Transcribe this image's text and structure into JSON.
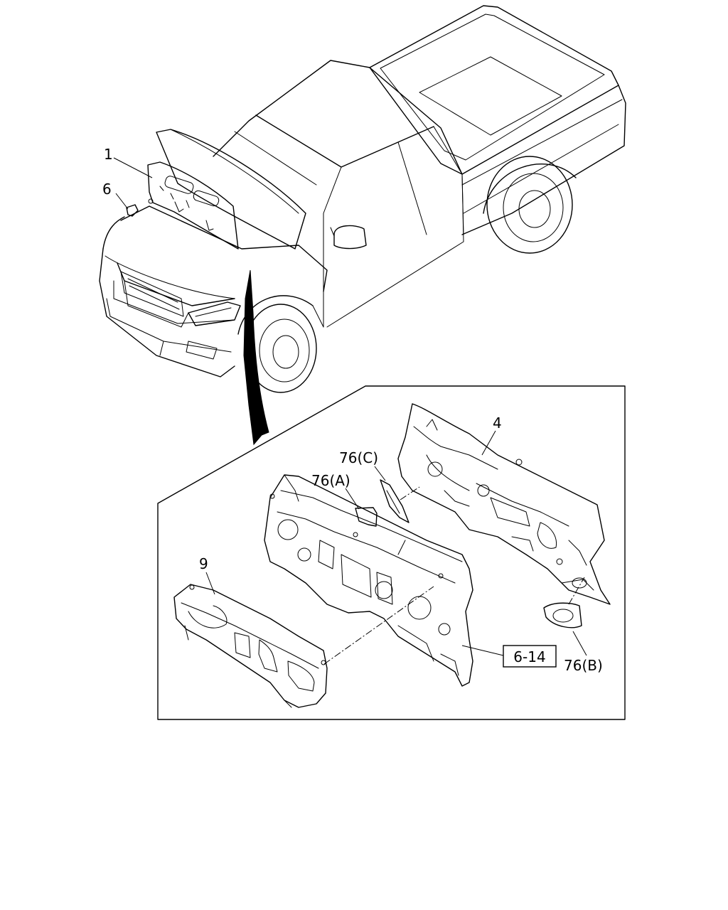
{
  "callouts": {
    "c1": "1",
    "c6": "6",
    "c4": "4",
    "c76c": "76(C)",
    "c76a": "76(A)",
    "c9": "9",
    "c76b": "76(B)"
  },
  "reference": {
    "label": "6-14"
  },
  "colors": {
    "line": "#000000",
    "background": "#ffffff"
  }
}
